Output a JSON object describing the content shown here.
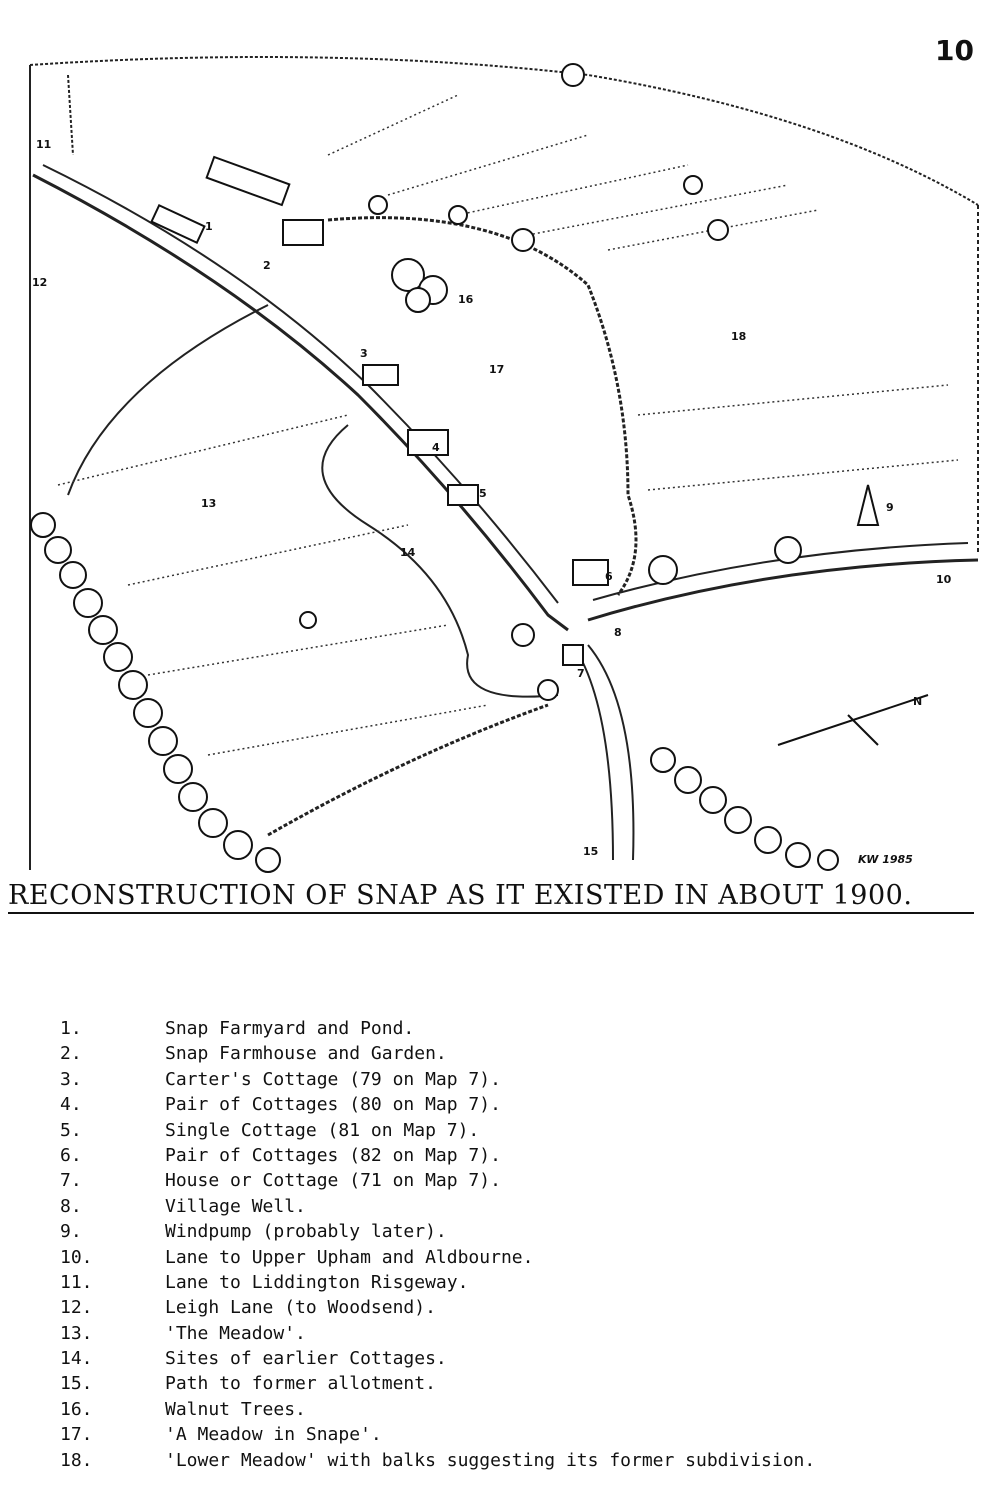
{
  "page_number": "10",
  "map": {
    "title": "RECONSTRUCTION OF SNAP AS IT EXISTED IN ABOUT 1900.",
    "signature": "KW 1985",
    "north_arrow": "N",
    "labels": [
      "1",
      "2",
      "3",
      "4",
      "5",
      "6",
      "7",
      "8",
      "9",
      "10",
      "11",
      "12",
      "13",
      "14",
      "15",
      "16",
      "17",
      "18"
    ]
  },
  "legend": [
    {
      "num": "1.",
      "text": "Snap Farmyard and Pond."
    },
    {
      "num": "2.",
      "text": "Snap Farmhouse and Garden."
    },
    {
      "num": "3.",
      "text": "Carter's Cottage (79 on Map 7)."
    },
    {
      "num": "4.",
      "text": "Pair of Cottages (80 on Map 7)."
    },
    {
      "num": "5.",
      "text": "Single Cottage (81 on Map 7)."
    },
    {
      "num": "6.",
      "text": "Pair of Cottages (82 on Map 7)."
    },
    {
      "num": "7.",
      "text": "House or Cottage (71 on Map 7)."
    },
    {
      "num": "8.",
      "text": "Village Well."
    },
    {
      "num": "9.",
      "text": "Windpump (probably later)."
    },
    {
      "num": "10.",
      "text": "Lane to Upper Upham and Aldbourne."
    },
    {
      "num": "11.",
      "text": "Lane to Liddington Risgeway."
    },
    {
      "num": "12.",
      "text": "Leigh Lane (to Woodsend)."
    },
    {
      "num": "13.",
      "text": "'The Meadow'."
    },
    {
      "num": "14.",
      "text": "Sites of earlier Cottages."
    },
    {
      "num": "15.",
      "text": "Path to former allotment."
    },
    {
      "num": "16.",
      "text": "Walnut Trees."
    },
    {
      "num": "17.",
      "text": "'A Meadow in Snape'."
    },
    {
      "num": "18.",
      "text": "'Lower Meadow' with balks suggesting its former subdivision."
    }
  ]
}
